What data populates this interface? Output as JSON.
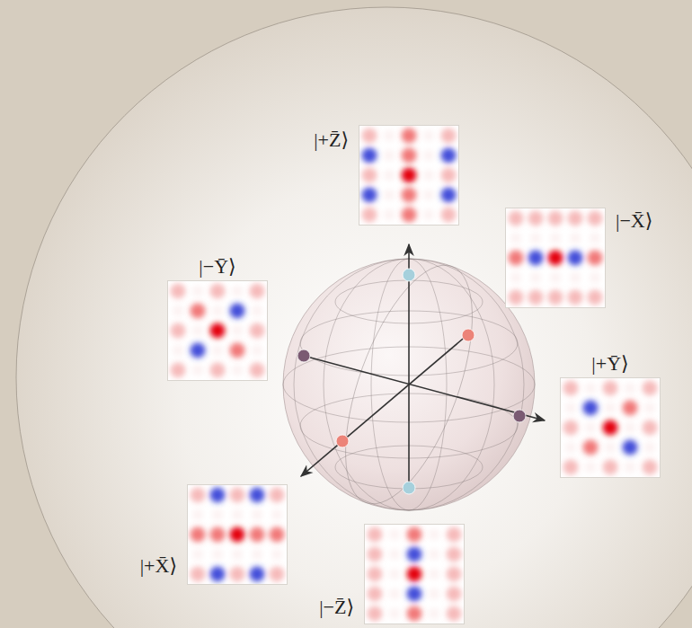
{
  "diagram": {
    "nodes": [
      {
        "text": [
          "|+Z̄⟩"
        ]
      },
      {
        "text": [
          "|−X̄⟩"
        ]
      },
      {
        "text": [
          "|−Ȳ⟩"
        ]
      },
      {
        "text": [
          "|+Ȳ⟩"
        ]
      },
      {
        "text": [
          "|+X̄⟩"
        ]
      },
      {
        "text": [
          "|−Z̄⟩"
        ]
      }
    ]
  }
}
